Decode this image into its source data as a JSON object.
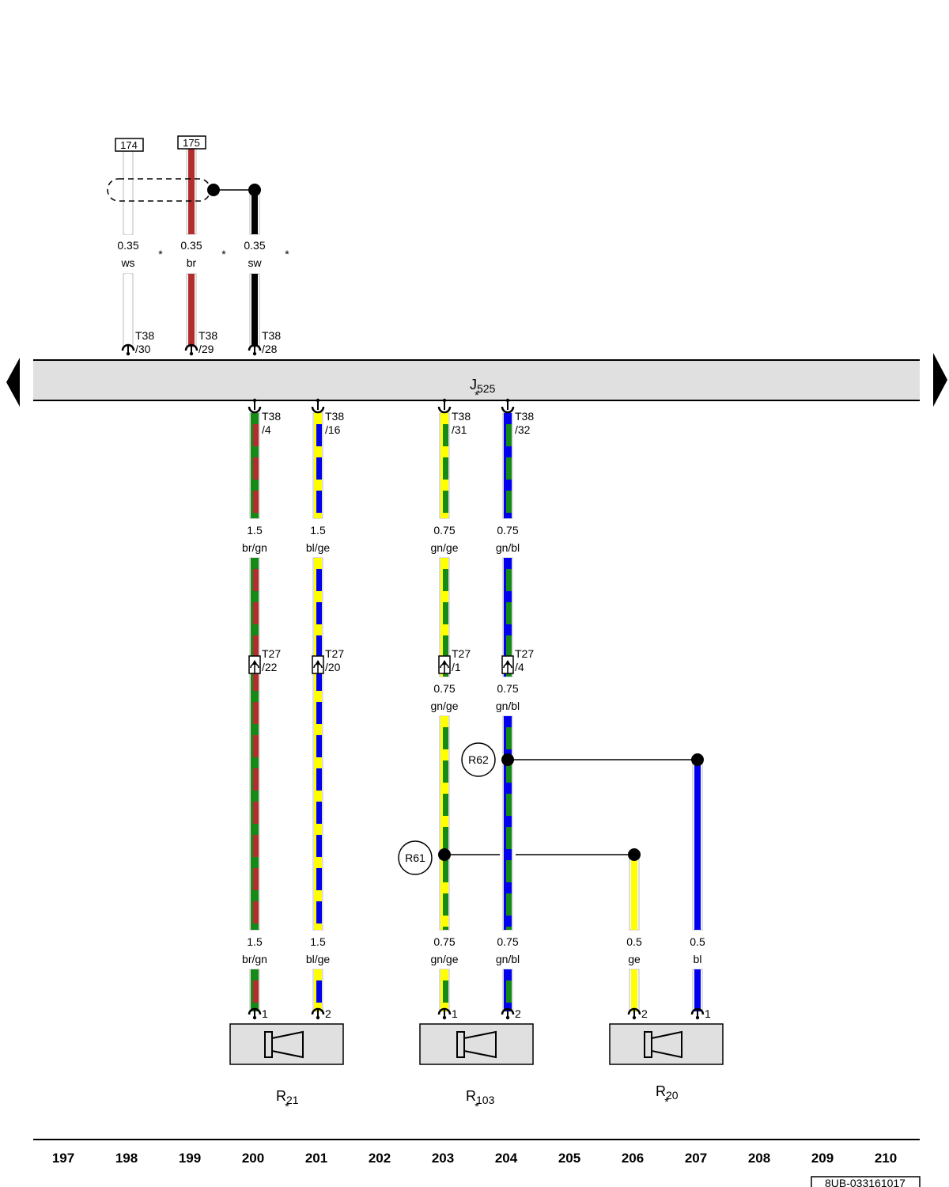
{
  "connector_boxes": {
    "c174": "174",
    "c175": "175"
  },
  "wires": {
    "w_ws": {
      "size": "0.35",
      "color": "ws"
    },
    "w_br": {
      "size": "0.35",
      "color": "br"
    },
    "w_sw": {
      "size": "0.35",
      "color": "sw"
    },
    "w_brgn_a": {
      "size": "1.5",
      "color": "br/gn"
    },
    "w_blge_a": {
      "size": "1.5",
      "color": "bl/ge"
    },
    "w_gnge_a": {
      "size": "0.75",
      "color": "gn/ge"
    },
    "w_gnbl_a": {
      "size": "0.75",
      "color": "gn/bl"
    },
    "w_gnge_b": {
      "size": "0.75",
      "color": "gn/ge"
    },
    "w_gnbl_b": {
      "size": "0.75",
      "color": "gn/bl"
    },
    "w_brgn_c": {
      "size": "1.5",
      "color": "br/gn"
    },
    "w_blge_c": {
      "size": "1.5",
      "color": "bl/ge"
    },
    "w_gnge_c": {
      "size": "0.75",
      "color": "gn/ge"
    },
    "w_gnbl_c": {
      "size": "0.75",
      "color": "gn/bl"
    },
    "w_ge": {
      "size": "0.5",
      "color": "ge"
    },
    "w_bl": {
      "size": "0.5",
      "color": "bl"
    }
  },
  "pins": {
    "p30": {
      "conn": "T38",
      "pin": "/30"
    },
    "p29": {
      "conn": "T38",
      "pin": "/29"
    },
    "p28": {
      "conn": "T38",
      "pin": "/28"
    },
    "p4": {
      "conn": "T38",
      "pin": "/4"
    },
    "p16": {
      "conn": "T38",
      "pin": "/16"
    },
    "p31": {
      "conn": "T38",
      "pin": "/31"
    },
    "p32": {
      "conn": "T38",
      "pin": "/32"
    },
    "t22": {
      "conn": "T27",
      "pin": "/22"
    },
    "t20": {
      "conn": "T27",
      "pin": "/20"
    },
    "t1": {
      "conn": "T27",
      "pin": "/1"
    },
    "t4": {
      "conn": "T27",
      "pin": "/4"
    }
  },
  "speaker_pins": {
    "r21a": "1",
    "r21b": "2",
    "r103a": "1",
    "r103b": "2",
    "r20a": "2",
    "r20b": "1"
  },
  "star": "*",
  "components": {
    "j525": {
      "letter": "J",
      "sub": "525"
    },
    "r21": {
      "letter": "R",
      "sub": "21"
    },
    "r103": {
      "letter": "R",
      "sub": "103"
    },
    "r20": {
      "letter": "R",
      "sub": "20"
    }
  },
  "splices": {
    "r62": "R62",
    "r61": "R61"
  },
  "columns": [
    "197",
    "198",
    "199",
    "200",
    "201",
    "202",
    "203",
    "204",
    "205",
    "206",
    "207",
    "208",
    "209",
    "210"
  ],
  "doc_id": "8UB-033161017",
  "colors": {
    "ws": "#ffffff",
    "br": "#b22d2d",
    "sw": "#000000",
    "gn": "#168a16",
    "ge": "#ffff00",
    "bl": "#0000ee",
    "module_fill": "#e0e0e0"
  }
}
